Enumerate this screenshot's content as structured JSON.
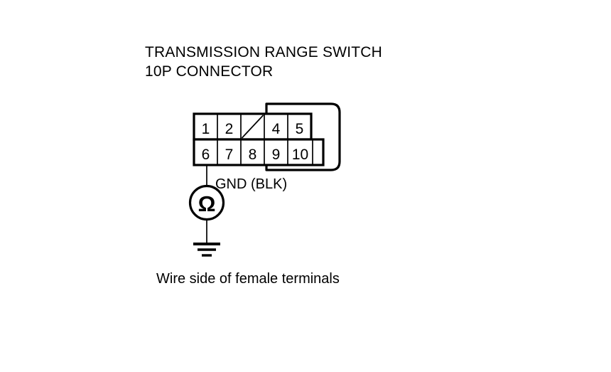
{
  "title": {
    "line1": "TRANSMISSION RANGE SWITCH",
    "line2": "10P CONNECTOR"
  },
  "connector": {
    "name": "Transmission Range Switch 10P Connector",
    "pin_count": 10,
    "top_row": [
      {
        "label": "1",
        "blank": false
      },
      {
        "label": "2",
        "blank": false
      },
      {
        "label": "",
        "blank": true
      },
      {
        "label": "4",
        "blank": false
      },
      {
        "label": "5",
        "blank": false
      }
    ],
    "bottom_row": [
      {
        "label": "6",
        "blank": false
      },
      {
        "label": "7",
        "blank": false
      },
      {
        "label": "8",
        "blank": false
      },
      {
        "label": "9",
        "blank": false
      },
      {
        "label": "10",
        "blank": false
      }
    ]
  },
  "measurement": {
    "probe_pin": "6",
    "wire_label": "GND (BLK)",
    "meter_symbol": "Ω",
    "meter_type": "ohmmeter"
  },
  "caption": "Wire side of female terminals",
  "colors": {
    "ink": "#000000",
    "background": "#ffffff"
  }
}
